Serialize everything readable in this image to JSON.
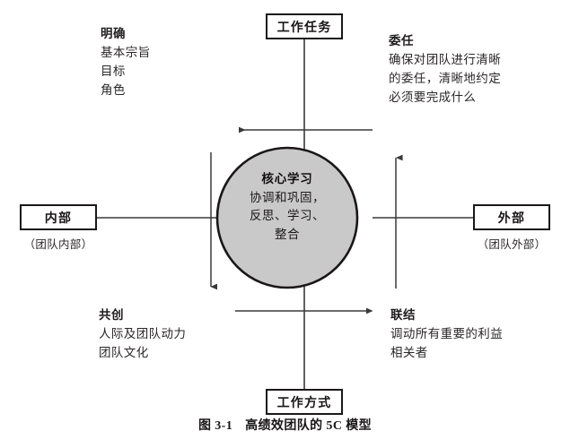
{
  "figure": {
    "caption_number": "图 3-1",
    "caption_title": "高绩效团队的 5C 模型",
    "colors": {
      "circle_fill": "#c9c9c9",
      "circle_stroke": "#1b1718",
      "line": "#3c3839",
      "box_stroke": "#1b1718",
      "text": "#231f20",
      "background": "#ffffff"
    }
  },
  "center": {
    "heading": "核心学习",
    "lines": [
      "协调和巩固，",
      "反思、学习、",
      "整合"
    ]
  },
  "axis_nodes": {
    "top": {
      "label": "工作任务"
    },
    "bottom": {
      "label": "工作方式"
    },
    "left": {
      "label": "内部",
      "sublabel": "（团队内部）"
    },
    "right": {
      "label": "外部",
      "sublabel": "（团队外部）"
    }
  },
  "quadrants": {
    "top_left": {
      "title": "明确",
      "lines": [
        "基本宗旨",
        "目标",
        "角色"
      ]
    },
    "top_right": {
      "title": "委任",
      "lines": [
        "确保对团队进行清晰",
        "的委任，清晰地约定",
        "必须要完成什么"
      ]
    },
    "bottom_left": {
      "title": "共创",
      "lines": [
        "人际及团队动力",
        "团队文化"
      ]
    },
    "bottom_right": {
      "title": "联结",
      "lines": [
        "调动所有重要的利益",
        "相关者"
      ]
    }
  }
}
